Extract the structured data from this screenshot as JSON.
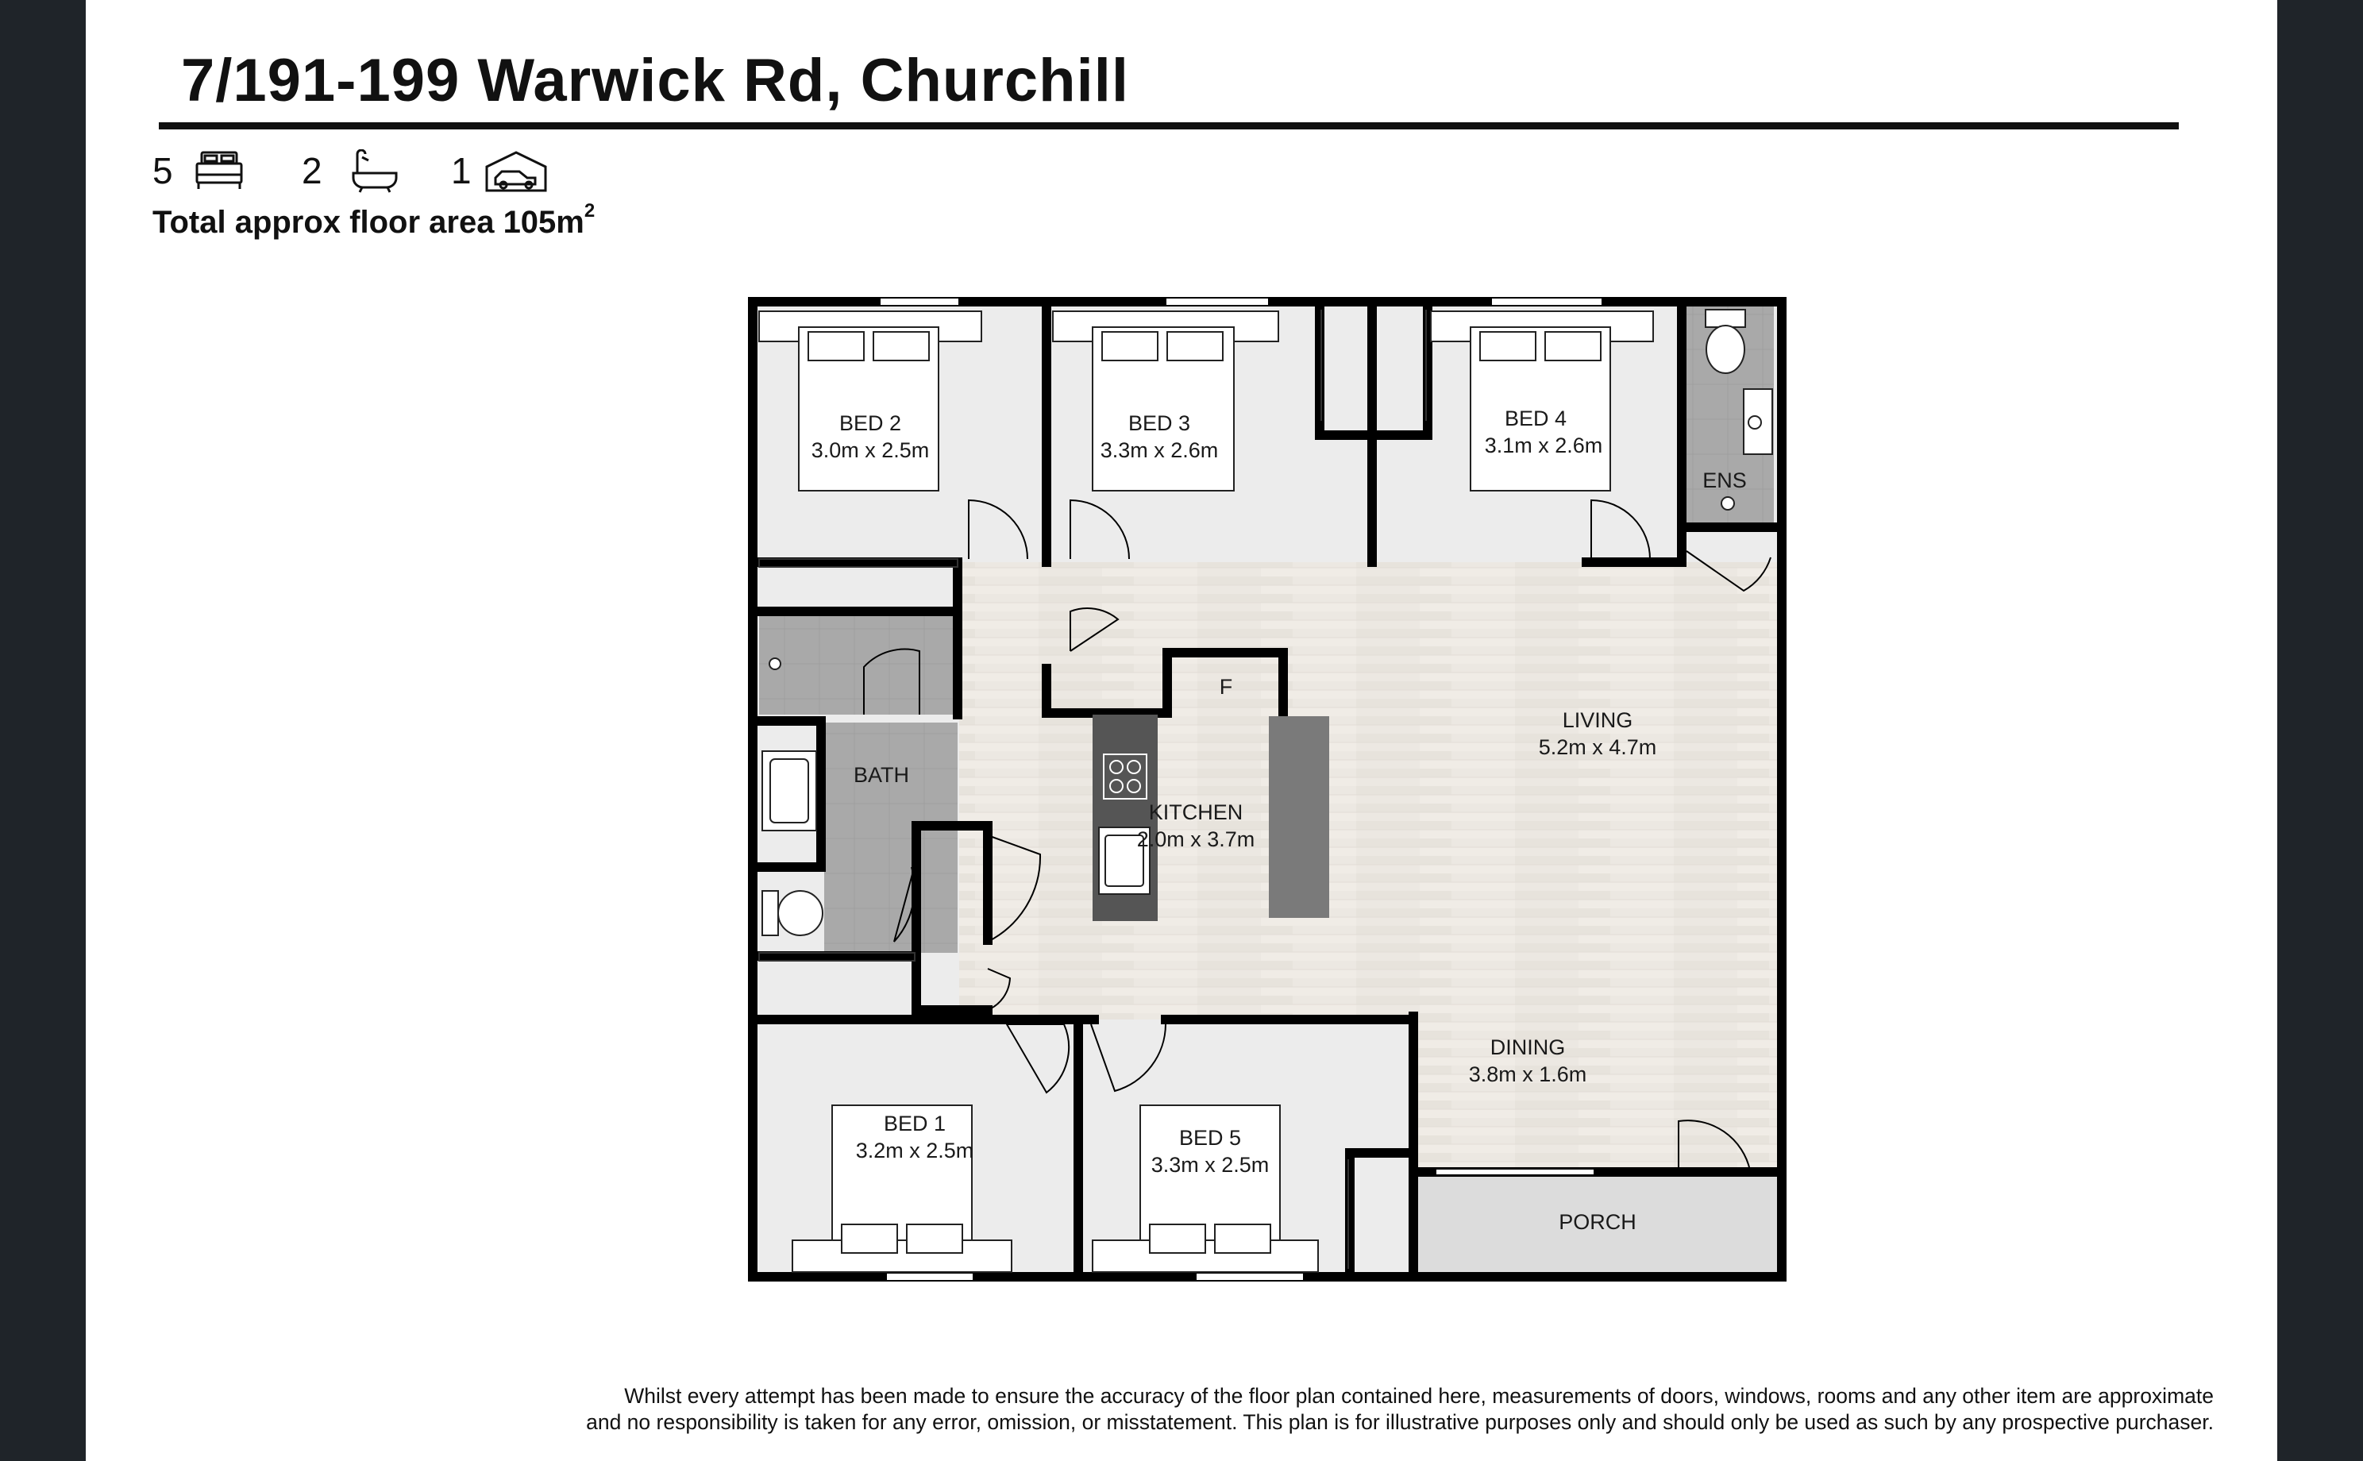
{
  "listing": {
    "address": "7/191-199 Warwick Rd, Churchill",
    "bedrooms": "5",
    "bathrooms": "2",
    "car_spaces": "1",
    "floor_area_label": "Total approx floor area 105m",
    "floor_area_superscript": "2"
  },
  "icons": {
    "bed": "bed-icon",
    "bath": "bathtub-icon",
    "car": "garage-car-icon"
  },
  "colors": {
    "page_border": "#1f2429",
    "wall": "#000000",
    "floor_living": "#ece8e2",
    "floor_bedroom": "#ededed",
    "floor_wet": "#a8a8a8",
    "bench": "#555555",
    "island": "#7a7a7a"
  },
  "rooms": {
    "bed2": {
      "name": "BED 2",
      "size": "3.0m x 2.5m"
    },
    "bed3": {
      "name": "BED 3",
      "size": "3.3m x 2.6m"
    },
    "bed4": {
      "name": "BED 4",
      "size": "3.1m x 2.6m"
    },
    "ens": {
      "name": "ENS"
    },
    "bath": {
      "name": "BATH"
    },
    "fridge": {
      "name": "F"
    },
    "kitchen": {
      "name": "KITCHEN",
      "size": "2.0m x 3.7m"
    },
    "living": {
      "name": "LIVING",
      "size": "5.2m x 4.7m"
    },
    "dining": {
      "name": "DINING",
      "size": "3.8m x 1.6m"
    },
    "bed1": {
      "name": "BED 1",
      "size": "3.2m x 2.5m"
    },
    "bed5": {
      "name": "BED 5",
      "size": "3.3m x 2.5m"
    },
    "porch": {
      "name": "PORCH"
    }
  },
  "disclaimer": {
    "line1": "Whilst every attempt has been made to ensure the accuracy of the floor plan contained here, measurements of doors, windows, rooms and any other item are approximate",
    "line2": "and no responsibility is taken for any error, omission, or misstatement. This plan is for illustrative purposes only and should only be used as such by any prospective purchaser."
  }
}
